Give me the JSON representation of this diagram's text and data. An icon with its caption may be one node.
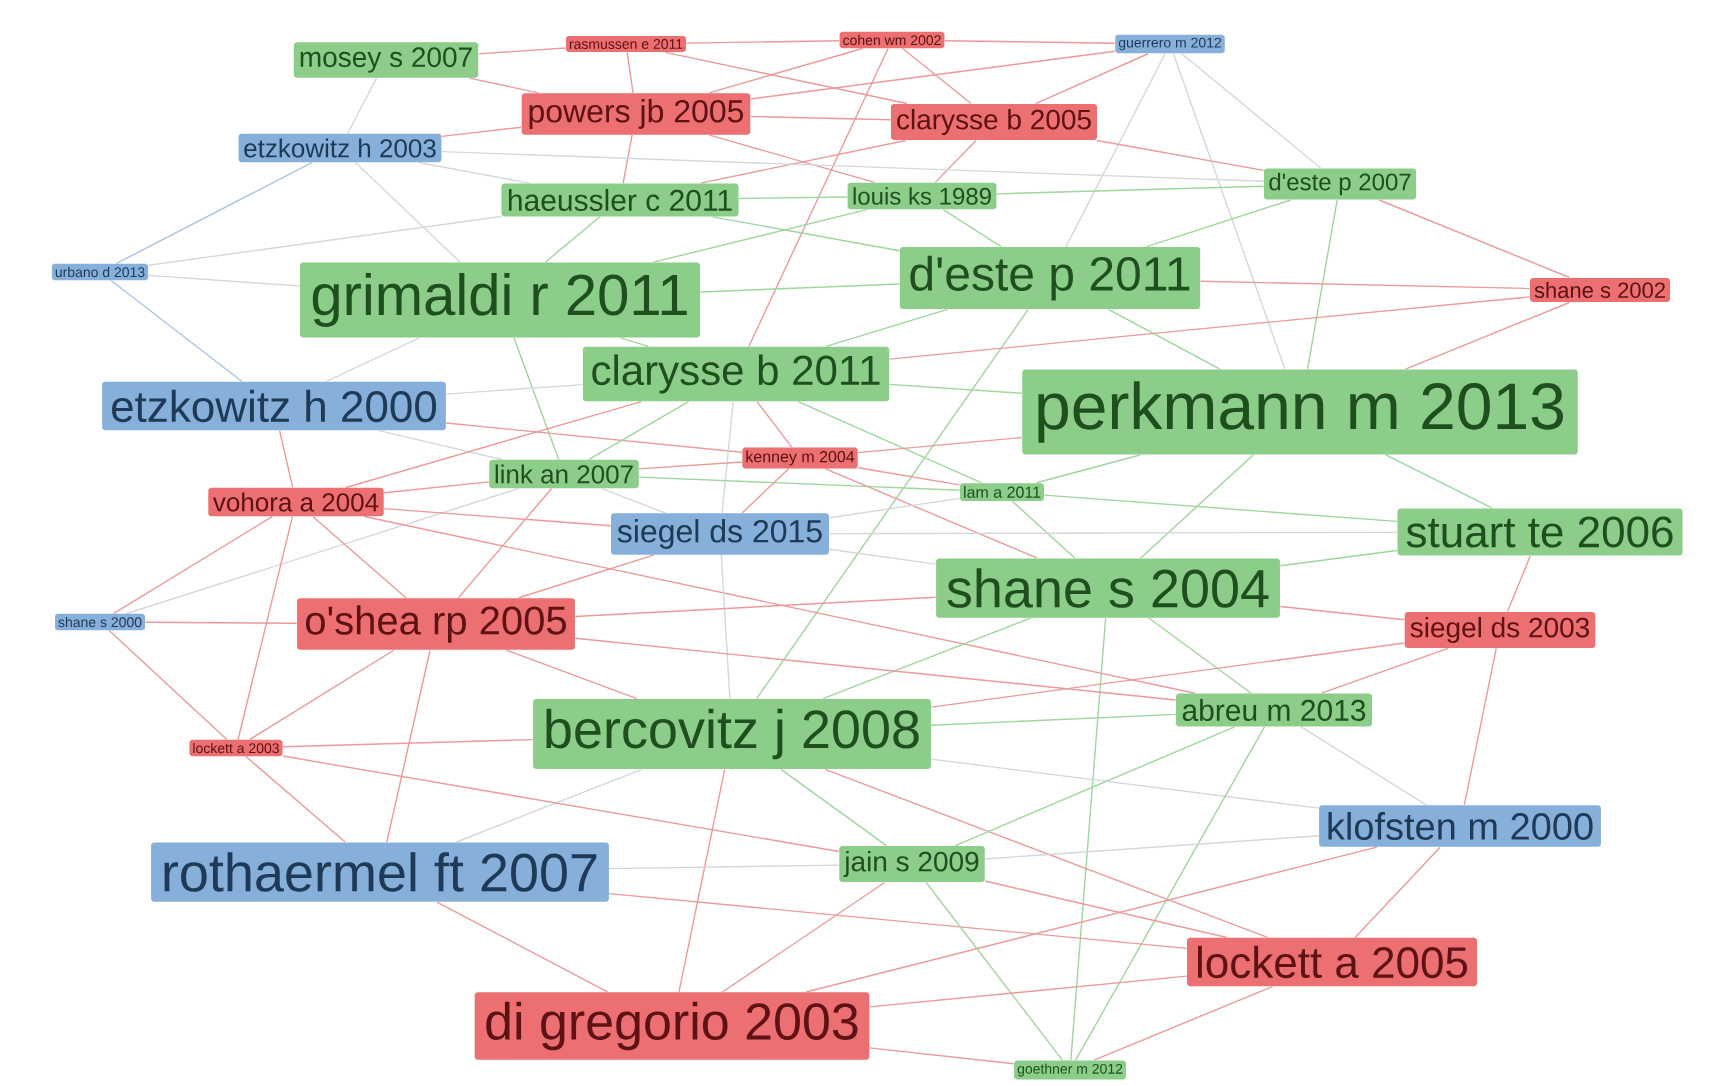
{
  "diagram": {
    "nodes": [
      {
        "text": [
          "mosey s 2007"
        ]
      },
      {
        "text": [
          "rasmussen e 2011"
        ]
      },
      {
        "text": [
          "cohen wm 2002"
        ]
      },
      {
        "text": [
          "guerrero m 2012"
        ]
      },
      {
        "text": [
          "powers jb 2005"
        ]
      },
      {
        "text": [
          "clarysse b 2005"
        ]
      },
      {
        "text": [
          "etzkowitz h 2003"
        ]
      },
      {
        "text": [
          "haeussler c 2011"
        ]
      },
      {
        "text": [
          "louis ks 1989"
        ]
      },
      {
        "text": [
          "d'este p 2007"
        ]
      },
      {
        "text": [
          "urbano d 2013"
        ]
      },
      {
        "text": [
          "grimaldi r 2011"
        ]
      },
      {
        "text": [
          "d'este p 2011"
        ]
      },
      {
        "text": [
          "shane s 2002"
        ]
      },
      {
        "text": [
          "etzkowitz h 2000"
        ]
      },
      {
        "text": [
          "clarysse b 2011"
        ]
      },
      {
        "text": [
          "perkmann m 2013"
        ]
      },
      {
        "text": [
          "link an 2007"
        ]
      },
      {
        "text": [
          "kenney m 2004"
        ]
      },
      {
        "text": [
          "lam a 2011"
        ]
      },
      {
        "text": [
          "vohora a 2004"
        ]
      },
      {
        "text": [
          "siegel ds 2015"
        ]
      },
      {
        "text": [
          "stuart te 2006"
        ]
      },
      {
        "text": [
          "shane s 2004"
        ]
      },
      {
        "text": [
          "shane s 2000"
        ]
      },
      {
        "text": [
          "o'shea rp 2005"
        ]
      },
      {
        "text": [
          "siegel ds 2003"
        ]
      },
      {
        "text": [
          "bercovitz j 2008"
        ]
      },
      {
        "text": [
          "abreu m 2013"
        ]
      },
      {
        "text": [
          "lockett a 2003"
        ]
      },
      {
        "text": [
          "klofsten m 2000"
        ]
      },
      {
        "text": [
          "rothaermel ft 2007"
        ]
      },
      {
        "text": [
          "jain s 2009"
        ]
      },
      {
        "text": [
          "lockett a 2005"
        ]
      },
      {
        "text": [
          "di gregorio 2003"
        ]
      },
      {
        "text": [
          "goethner m 2012"
        ]
      }
    ],
    "edges": [
      {
        "from": 0,
        "to": 1,
        "arrow": "none",
        "color": "#ec9a9a"
      },
      {
        "from": 0,
        "to": 4,
        "arrow": "none",
        "color": "#ec9a9a"
      },
      {
        "from": 0,
        "to": 6,
        "arrow": "none"
      },
      {
        "from": 1,
        "to": 2,
        "arrow": "none",
        "color": "#ec9a9a"
      },
      {
        "from": 1,
        "to": 4,
        "arrow": "none",
        "color": "#ec9a9a"
      },
      {
        "from": 1,
        "to": 5,
        "arrow": "none",
        "color": "#ec9a9a"
      },
      {
        "from": 2,
        "to": 3,
        "arrow": "none",
        "color": "#ec9a9a"
      },
      {
        "from": 2,
        "to": 4,
        "arrow": "none",
        "color": "#ec9a9a"
      },
      {
        "from": 2,
        "to": 5,
        "arrow": "none",
        "color": "#ec9a9a"
      },
      {
        "from": 2,
        "to": 15,
        "arrow": "none",
        "color": "#ec9a9a"
      },
      {
        "from": 3,
        "to": 4,
        "arrow": "none",
        "color": "#ec9a9a"
      },
      {
        "from": 3,
        "to": 5,
        "arrow": "none",
        "color": "#ec9a9a"
      },
      {
        "from": 3,
        "to": 9,
        "arrow": "none"
      },
      {
        "from": 3,
        "to": 12,
        "arrow": "none"
      },
      {
        "from": 3,
        "to": 16,
        "arrow": "none"
      },
      {
        "from": 4,
        "to": 5,
        "arrow": "none",
        "color": "#ec9a9a"
      },
      {
        "from": 4,
        "to": 6,
        "arrow": "none",
        "color": "#ec9a9a"
      },
      {
        "from": 4,
        "to": 7,
        "arrow": "none",
        "color": "#ec9a9a"
      },
      {
        "from": 4,
        "to": 8,
        "arrow": "none",
        "color": "#ec9a9a"
      },
      {
        "from": 5,
        "to": 7,
        "arrow": "none",
        "color": "#ec9a9a"
      },
      {
        "from": 5,
        "to": 8,
        "arrow": "none",
        "color": "#ec9a9a"
      },
      {
        "from": 5,
        "to": 9,
        "arrow": "none",
        "color": "#ec9a9a"
      },
      {
        "from": 6,
        "to": 7,
        "arrow": "none"
      },
      {
        "from": 6,
        "to": 9,
        "arrow": "none"
      },
      {
        "from": 6,
        "to": 10,
        "arrow": "none",
        "color": "#a9c4e4"
      },
      {
        "from": 6,
        "to": 11,
        "arrow": "none"
      },
      {
        "from": 7,
        "to": 8,
        "arrow": "none",
        "color": "#9fd69d"
      },
      {
        "from": 7,
        "to": 10,
        "arrow": "none"
      },
      {
        "from": 7,
        "to": 11,
        "arrow": "none",
        "color": "#9fd69d"
      },
      {
        "from": 7,
        "to": 12,
        "arrow": "none",
        "color": "#9fd69d"
      },
      {
        "from": 8,
        "to": 9,
        "arrow": "none",
        "color": "#9fd69d"
      },
      {
        "from": 8,
        "to": 11,
        "arrow": "none",
        "color": "#9fd69d"
      },
      {
        "from": 8,
        "to": 12,
        "arrow": "none",
        "color": "#9fd69d"
      },
      {
        "from": 9,
        "to": 12,
        "arrow": "none",
        "color": "#9fd69d"
      },
      {
        "from": 9,
        "to": 13,
        "arrow": "none",
        "color": "#ec9a9a"
      },
      {
        "from": 9,
        "to": 16,
        "arrow": "none",
        "color": "#9fd69d"
      },
      {
        "from": 10,
        "to": 11,
        "arrow": "none"
      },
      {
        "from": 10,
        "to": 14,
        "arrow": "none",
        "color": "#a9c4e4"
      },
      {
        "from": 11,
        "to": 12,
        "arrow": "none",
        "color": "#9fd69d"
      },
      {
        "from": 11,
        "to": 14,
        "arrow": "none"
      },
      {
        "from": 11,
        "to": 15,
        "arrow": "none",
        "color": "#9fd69d"
      },
      {
        "from": 11,
        "to": 17,
        "arrow": "none",
        "color": "#9fd69d"
      },
      {
        "from": 12,
        "to": 13,
        "arrow": "none",
        "color": "#ec9a9a"
      },
      {
        "from": 12,
        "to": 15,
        "arrow": "none",
        "color": "#9fd69d"
      },
      {
        "from": 12,
        "to": 16,
        "arrow": "none",
        "color": "#9fd69d"
      },
      {
        "from": 12,
        "to": 27,
        "arrow": "none",
        "color": "#9fd69d"
      },
      {
        "from": 13,
        "to": 15,
        "arrow": "none",
        "color": "#ec9a9a"
      },
      {
        "from": 13,
        "to": 16,
        "arrow": "none",
        "color": "#ec9a9a"
      },
      {
        "from": 14,
        "to": 15,
        "arrow": "none"
      },
      {
        "from": 14,
        "to": 17,
        "arrow": "none"
      },
      {
        "from": 14,
        "to": 18,
        "arrow": "none",
        "color": "#ec9a9a"
      },
      {
        "from": 14,
        "to": 20,
        "arrow": "none",
        "color": "#ec9a9a"
      },
      {
        "from": 15,
        "to": 16,
        "arrow": "none",
        "color": "#9fd69d"
      },
      {
        "from": 15,
        "to": 17,
        "arrow": "none",
        "color": "#9fd69d"
      },
      {
        "from": 15,
        "to": 18,
        "arrow": "none",
        "color": "#ec9a9a"
      },
      {
        "from": 15,
        "to": 19,
        "arrow": "none",
        "color": "#9fd69d"
      },
      {
        "from": 15,
        "to": 20,
        "arrow": "none",
        "color": "#ec9a9a"
      },
      {
        "from": 15,
        "to": 21,
        "arrow": "none"
      },
      {
        "from": 16,
        "to": 18,
        "arrow": "none",
        "color": "#ec9a9a"
      },
      {
        "from": 16,
        "to": 19,
        "arrow": "none",
        "color": "#9fd69d"
      },
      {
        "from": 16,
        "to": 22,
        "arrow": "none",
        "color": "#9fd69d"
      },
      {
        "from": 16,
        "to": 23,
        "arrow": "none",
        "color": "#9fd69d"
      },
      {
        "from": 17,
        "to": 18,
        "arrow": "none",
        "color": "#ec9a9a"
      },
      {
        "from": 17,
        "to": 19,
        "arrow": "none",
        "color": "#9fd69d"
      },
      {
        "from": 17,
        "to": 20,
        "arrow": "none",
        "color": "#ec9a9a"
      },
      {
        "from": 17,
        "to": 21,
        "arrow": "none"
      },
      {
        "from": 17,
        "to": 24,
        "arrow": "none"
      },
      {
        "from": 17,
        "to": 25,
        "arrow": "none",
        "color": "#ec9a9a"
      },
      {
        "from": 18,
        "to": 19,
        "arrow": "none",
        "color": "#ec9a9a"
      },
      {
        "from": 18,
        "to": 21,
        "arrow": "none",
        "color": "#ec9a9a"
      },
      {
        "from": 18,
        "to": 23,
        "arrow": "none",
        "color": "#ec9a9a"
      },
      {
        "from": 19,
        "to": 21,
        "arrow": "none"
      },
      {
        "from": 19,
        "to": 22,
        "arrow": "none",
        "color": "#9fd69d"
      },
      {
        "from": 19,
        "to": 23,
        "arrow": "none",
        "color": "#9fd69d"
      },
      {
        "from": 20,
        "to": 21,
        "arrow": "none",
        "color": "#ec9a9a"
      },
      {
        "from": 20,
        "to": 24,
        "arrow": "none",
        "color": "#ec9a9a"
      },
      {
        "from": 20,
        "to": 25,
        "arrow": "none",
        "color": "#ec9a9a"
      },
      {
        "from": 20,
        "to": 28,
        "arrow": "none",
        "color": "#ec9a9a"
      },
      {
        "from": 20,
        "to": 29,
        "arrow": "none",
        "color": "#ec9a9a"
      },
      {
        "from": 21,
        "to": 22,
        "arrow": "none"
      },
      {
        "from": 21,
        "to": 23,
        "arrow": "none"
      },
      {
        "from": 21,
        "to": 25,
        "arrow": "none",
        "color": "#ec9a9a"
      },
      {
        "from": 21,
        "to": 27,
        "arrow": "none"
      },
      {
        "from": 22,
        "to": 23,
        "arrow": "none",
        "color": "#9fd69d"
      },
      {
        "from": 22,
        "to": 26,
        "arrow": "none",
        "color": "#ec9a9a"
      },
      {
        "from": 23,
        "to": 25,
        "arrow": "none",
        "color": "#ec9a9a"
      },
      {
        "from": 23,
        "to": 26,
        "arrow": "none",
        "color": "#ec9a9a"
      },
      {
        "from": 23,
        "to": 27,
        "arrow": "none",
        "color": "#9fd69d"
      },
      {
        "from": 23,
        "to": 28,
        "arrow": "none",
        "color": "#9fd69d"
      },
      {
        "from": 23,
        "to": 35,
        "arrow": "none",
        "color": "#9fd69d"
      },
      {
        "from": 24,
        "to": 25,
        "arrow": "none",
        "color": "#ec9a9a"
      },
      {
        "from": 24,
        "to": 29,
        "arrow": "none",
        "color": "#ec9a9a"
      },
      {
        "from": 25,
        "to": 27,
        "arrow": "none",
        "color": "#ec9a9a"
      },
      {
        "from": 25,
        "to": 28,
        "arrow": "none",
        "color": "#ec9a9a"
      },
      {
        "from": 25,
        "to": 29,
        "arrow": "none",
        "color": "#ec9a9a"
      },
      {
        "from": 25,
        "to": 31,
        "arrow": "none",
        "color": "#ec9a9a"
      },
      {
        "from": 26,
        "to": 27,
        "arrow": "none",
        "color": "#ec9a9a"
      },
      {
        "from": 26,
        "to": 28,
        "arrow": "none",
        "color": "#ec9a9a"
      },
      {
        "from": 26,
        "to": 30,
        "arrow": "none",
        "color": "#ec9a9a"
      },
      {
        "from": 27,
        "to": 28,
        "arrow": "none",
        "color": "#9fd69d"
      },
      {
        "from": 27,
        "to": 29,
        "arrow": "none",
        "color": "#ec9a9a"
      },
      {
        "from": 27,
        "to": 30,
        "arrow": "none"
      },
      {
        "from": 27,
        "to": 31,
        "arrow": "none"
      },
      {
        "from": 27,
        "to": 32,
        "arrow": "none",
        "color": "#9fd69d"
      },
      {
        "from": 27,
        "to": 33,
        "arrow": "none",
        "color": "#ec9a9a"
      },
      {
        "from": 27,
        "to": 34,
        "arrow": "none",
        "color": "#ec9a9a"
      },
      {
        "from": 28,
        "to": 30,
        "arrow": "none"
      },
      {
        "from": 28,
        "to": 32,
        "arrow": "none",
        "color": "#9fd69d"
      },
      {
        "from": 28,
        "to": 35,
        "arrow": "none",
        "color": "#9fd69d"
      },
      {
        "from": 29,
        "to": 31,
        "arrow": "none",
        "color": "#ec9a9a"
      },
      {
        "from": 29,
        "to": 32,
        "arrow": "none",
        "color": "#ec9a9a"
      },
      {
        "from": 30,
        "to": 32,
        "arrow": "none"
      },
      {
        "from": 30,
        "to": 33,
        "arrow": "none",
        "color": "#ec9a9a"
      },
      {
        "from": 30,
        "to": 34,
        "arrow": "none",
        "color": "#ec9a9a"
      },
      {
        "from": 31,
        "to": 32,
        "arrow": "none"
      },
      {
        "from": 31,
        "to": 33,
        "arrow": "none",
        "color": "#ec9a9a"
      },
      {
        "from": 31,
        "to": 34,
        "arrow": "none",
        "color": "#ec9a9a"
      },
      {
        "from": 32,
        "to": 33,
        "arrow": "none",
        "color": "#ec9a9a"
      },
      {
        "from": 32,
        "to": 34,
        "arrow": "none",
        "color": "#ec9a9a"
      },
      {
        "from": 32,
        "to": 35,
        "arrow": "none",
        "color": "#9fd69d"
      },
      {
        "from": 33,
        "to": 34,
        "arrow": "none",
        "color": "#ec9a9a"
      },
      {
        "from": 33,
        "to": 35,
        "arrow": "none",
        "color": "#ec9a9a"
      },
      {
        "from": 34,
        "to": 35,
        "arrow": "none",
        "color": "#ec9a9a"
      }
    ]
  }
}
